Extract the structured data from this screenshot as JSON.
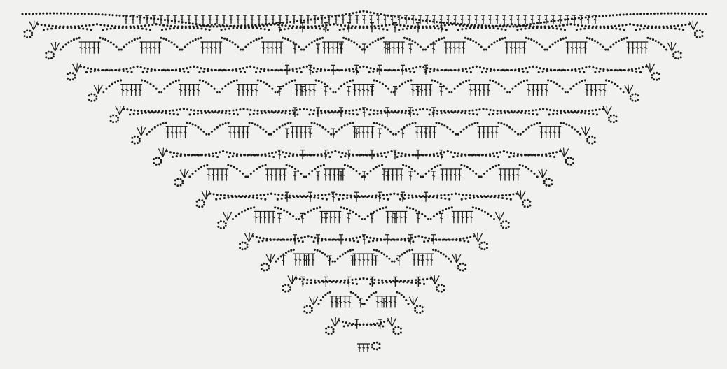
{
  "diagram": {
    "type": "crochet-chart",
    "shape": "triangle-shawl",
    "orientation": "point-down",
    "row_count": 16,
    "symbols": [
      {
        "name": "chain-stitch",
        "glyph": "dot"
      },
      {
        "name": "double-crochet",
        "glyph": "vertical-post-with-crossbar"
      },
      {
        "name": "v-stitch",
        "glyph": "v"
      },
      {
        "name": "picot",
        "glyph": "dot-loop"
      }
    ],
    "colors": {
      "background": "#f1f1ef",
      "ink": "#1c1c1c"
    }
  }
}
